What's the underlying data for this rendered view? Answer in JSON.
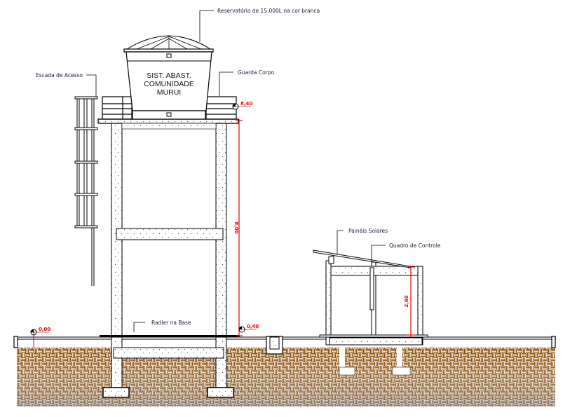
{
  "labels": {
    "reservoir": "Reservatório de 15.000L na cor branca",
    "ladder": "Escada de Acesso",
    "guardrail": "Guarda Corpo",
    "radier": "Radier na Base",
    "solar_panels": "Painéis Solares",
    "control_panel": "Quadro de Controle"
  },
  "tank_text": [
    "SIST. ABAST.",
    "COMUNIDADE",
    "MURUI"
  ],
  "levels": {
    "ground": "0,00",
    "radier": "0,40",
    "top_slab": "8,40"
  },
  "dimensions": {
    "tower_height": "8,00",
    "shed_height": "2,60"
  },
  "colors": {
    "soil": "#8a4a00",
    "dimension": "#ee0000"
  }
}
